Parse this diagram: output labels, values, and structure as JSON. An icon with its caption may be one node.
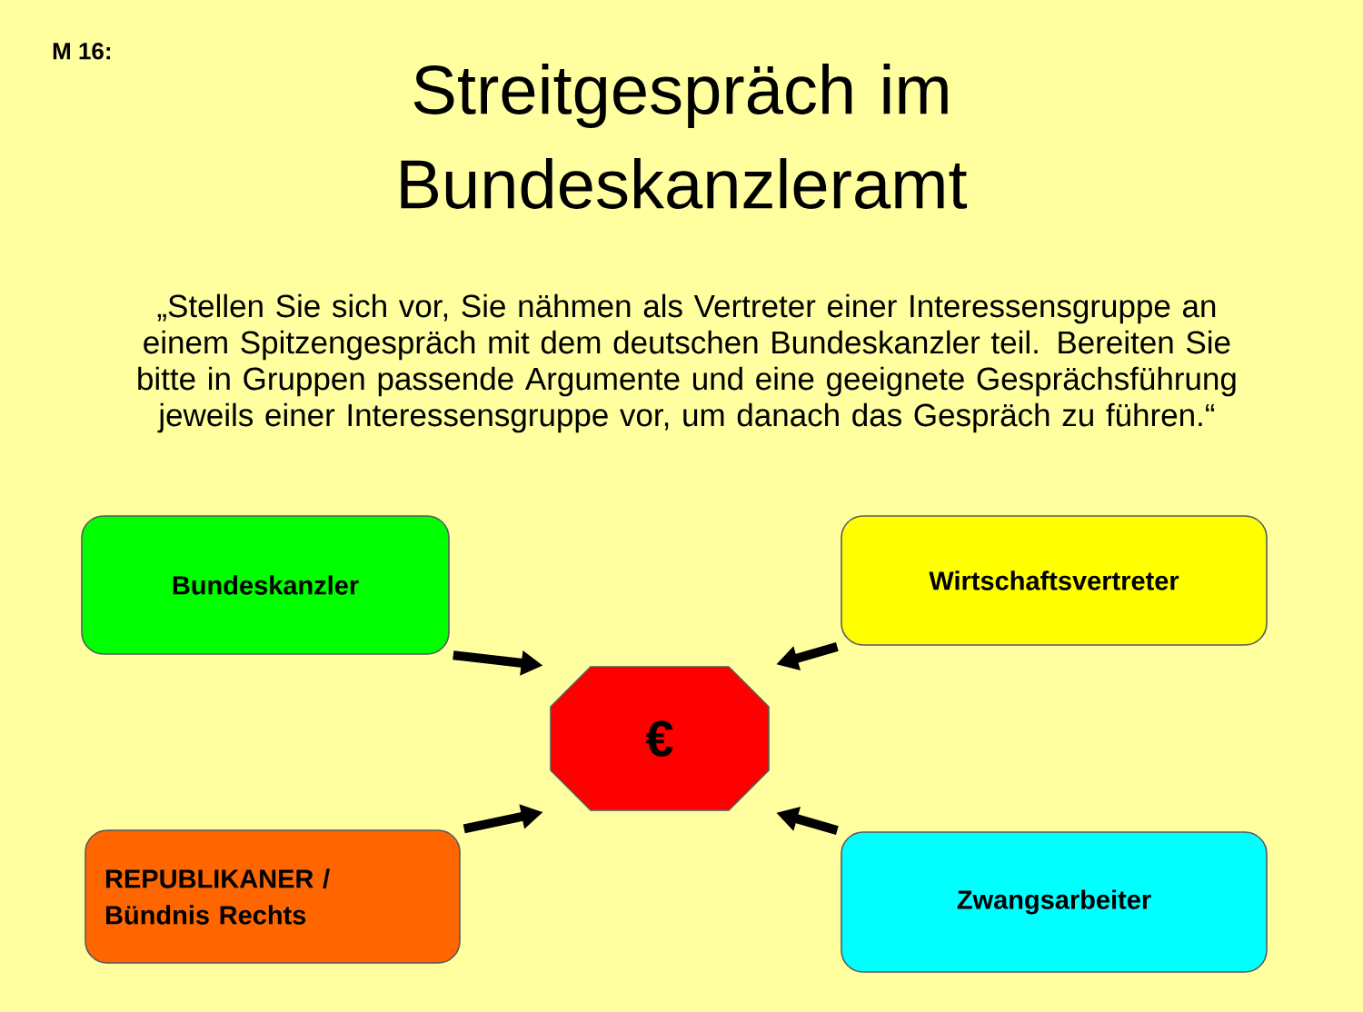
{
  "diagram": {
    "title": "Streitgespräch im Bundeskanzleramt",
    "nodes": [
      {
        "text": [
          "Bundeskanzler"
        ]
      },
      {
        "text": [
          "Wirtschaftsvertreter"
        ]
      },
      {
        "text": [
          "€"
        ]
      },
      {
        "text": [
          "REPUBLIKANER / Bündnis Rechts"
        ]
      },
      {
        "text": [
          "Zwangsarbeiter"
        ]
      }
    ],
    "edges": [
      {
        "from": 0,
        "to": 2,
        "arrow": "to"
      },
      {
        "from": 1,
        "to": 2,
        "arrow": "to"
      },
      {
        "from": 3,
        "to": 2,
        "arrow": "to"
      },
      {
        "from": 4,
        "to": 2,
        "arrow": "to"
      }
    ],
    "labels": [
      "M 16:",
      "„Stellen Sie sich vor, Sie nähmen als Vertreter einer Interessensgruppe an einem Spitzengespräch mit dem deutschen Bundeskanzler teil. Bereiten Sie bitte in Gruppen passende Argumente und eine geeignete Gesprächsführung jeweils einer Interessensgruppe vor, um danach das Gespräch zu führen.“"
    ]
  }
}
